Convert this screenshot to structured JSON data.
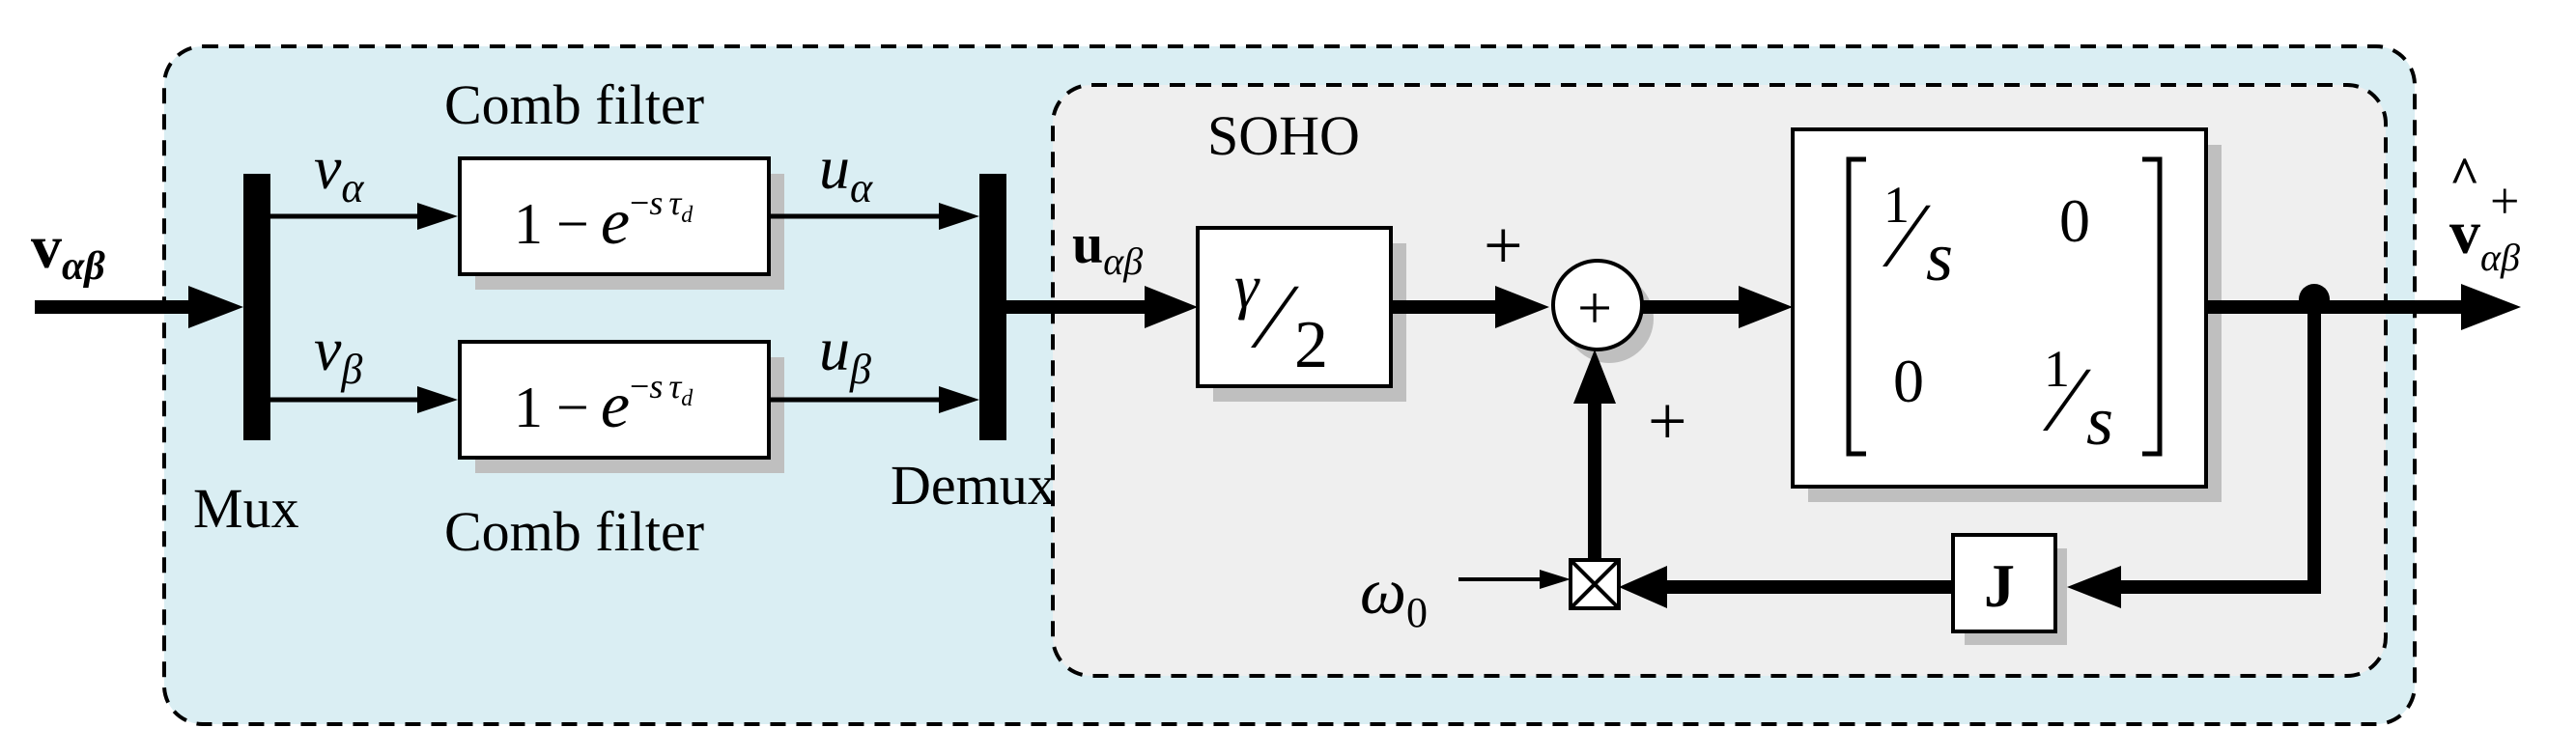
{
  "input_signal": {
    "base": "v",
    "sub": "αβ"
  },
  "output_signal": {
    "base": "v",
    "sup": "+",
    "sub": "αβ",
    "hat": "^"
  },
  "mux": {
    "label": "Mux"
  },
  "demux": {
    "label": "Demux"
  },
  "signals": {
    "v_alpha": {
      "base": "v",
      "sub": "α"
    },
    "v_beta": {
      "base": "v",
      "sub": "β"
    },
    "u_alpha": {
      "base": "u",
      "sub": "α"
    },
    "u_beta": {
      "base": "u",
      "sub": "β"
    },
    "u_alphabeta": {
      "base": "u",
      "sub": "αβ"
    }
  },
  "comb_filter_top": {
    "label": "Comb filter",
    "tf": {
      "one": "1",
      "minus": "−",
      "e": "e",
      "exp_neg": "−",
      "exp_s": "s",
      "exp_tau": "τ",
      "exp_tau_sub": "d"
    }
  },
  "comb_filter_bottom": {
    "label": "Comb filter",
    "tf": {
      "one": "1",
      "minus": "−",
      "e": "e",
      "exp_neg": "−",
      "exp_s": "s",
      "exp_tau": "τ",
      "exp_tau_sub": "d"
    }
  },
  "soho": {
    "label": "SOHO"
  },
  "gain_block": {
    "num": "γ",
    "slash": "⁄",
    "den": "2"
  },
  "sum_junction": {
    "symbol": "+",
    "sign_left": "+",
    "sign_bottom": "+"
  },
  "integrator_matrix": {
    "bracket_left": "[",
    "bracket_right": "]",
    "a11": {
      "num": "1",
      "slash": "⁄",
      "den": "s"
    },
    "a12": "0",
    "a21": "0",
    "a22": {
      "num": "1",
      "slash": "⁄",
      "den": "s"
    }
  },
  "j_block": {
    "label": "J"
  },
  "omega": {
    "base": "ω",
    "sub": "0"
  },
  "colors": {
    "outer_fill": "#daeef3",
    "soho_fill": "#efefef",
    "shadow": "#bfbfbf",
    "line": "#000000"
  }
}
